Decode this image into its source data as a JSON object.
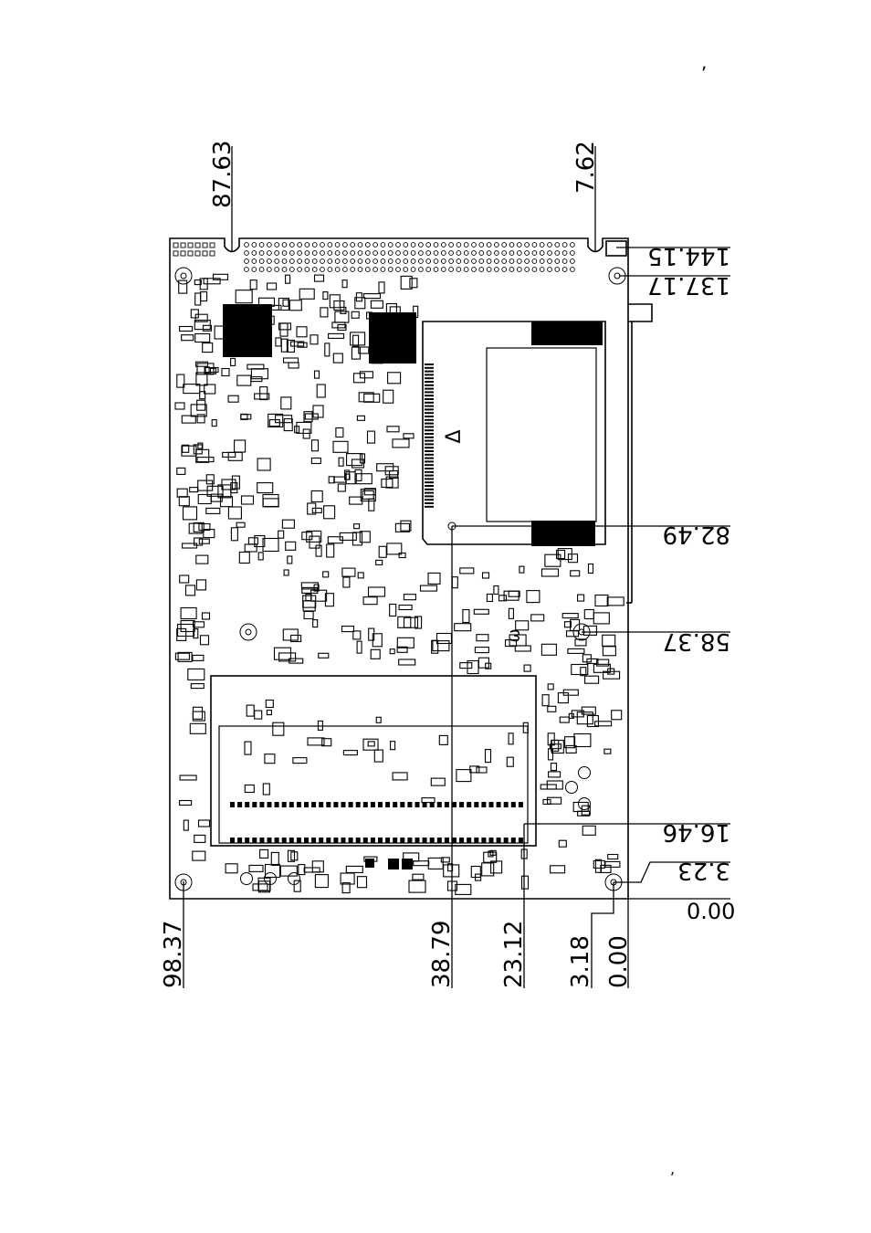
{
  "page": {
    "top_mark": ",",
    "bottom_mark": ","
  },
  "dimensions": {
    "top": [
      "87.63",
      "7.62"
    ],
    "right": [
      "144.15",
      "137.17",
      "82.49",
      "58.37",
      "16.46",
      "3.23",
      "0.00"
    ],
    "bottom": [
      "98.37",
      "38.79",
      "23.12",
      "3.18",
      "0.00"
    ]
  },
  "board": {
    "connector_symbol": "Δ",
    "chip_symbol": "ω"
  },
  "colors": {
    "ink": "#000000",
    "paper": "#ffffff"
  }
}
